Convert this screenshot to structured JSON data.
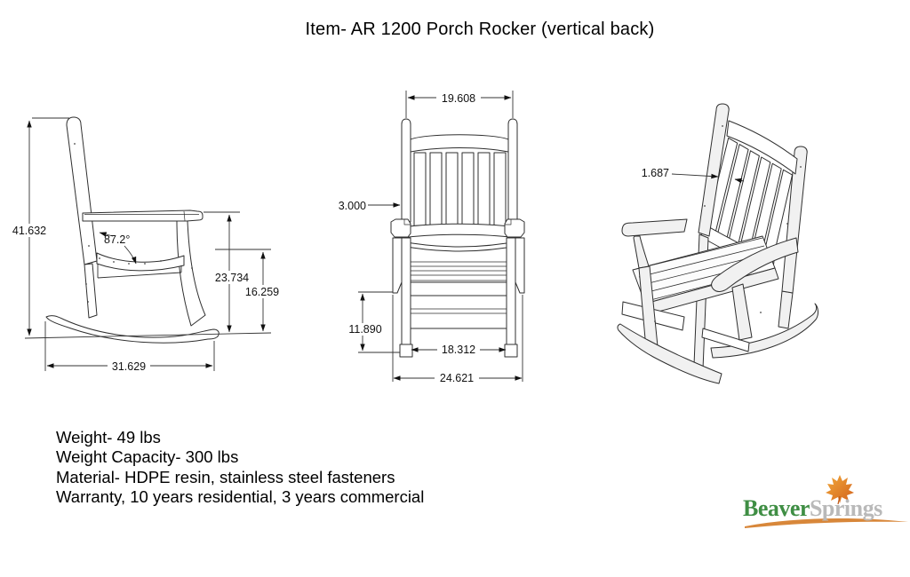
{
  "title": "Item- AR 1200 Porch Rocker (vertical back)",
  "dimensions": {
    "side_overall_height": "41.632",
    "side_seat_back_angle": "87.2°",
    "side_arm_height": "23.734",
    "side_seat_height": "16.259",
    "side_rocker_length": "31.629",
    "front_back_width": "19.608",
    "front_post_width": "3.000",
    "front_leg_height": "11.890",
    "front_seat_width": "18.312",
    "front_overall_width": "24.621",
    "persp_slat_width": "1.687"
  },
  "specs": [
    "Weight- 49 lbs",
    "Weight Capacity- 300 lbs",
    "Material- HDPE resin, stainless steel fasteners",
    "Warranty, 10 years residential, 3 years commercial"
  ],
  "logo": {
    "word_primary": "Beaver",
    "word_secondary": "Springs",
    "colors": {
      "primary_green": "#3f8e44",
      "secondary_gray": "#b9b9b9",
      "leaf_orange": "#e0821e",
      "swoosh_orange": "#d8873a"
    }
  },
  "drawing": {
    "line_color": "#2a2a2a"
  }
}
